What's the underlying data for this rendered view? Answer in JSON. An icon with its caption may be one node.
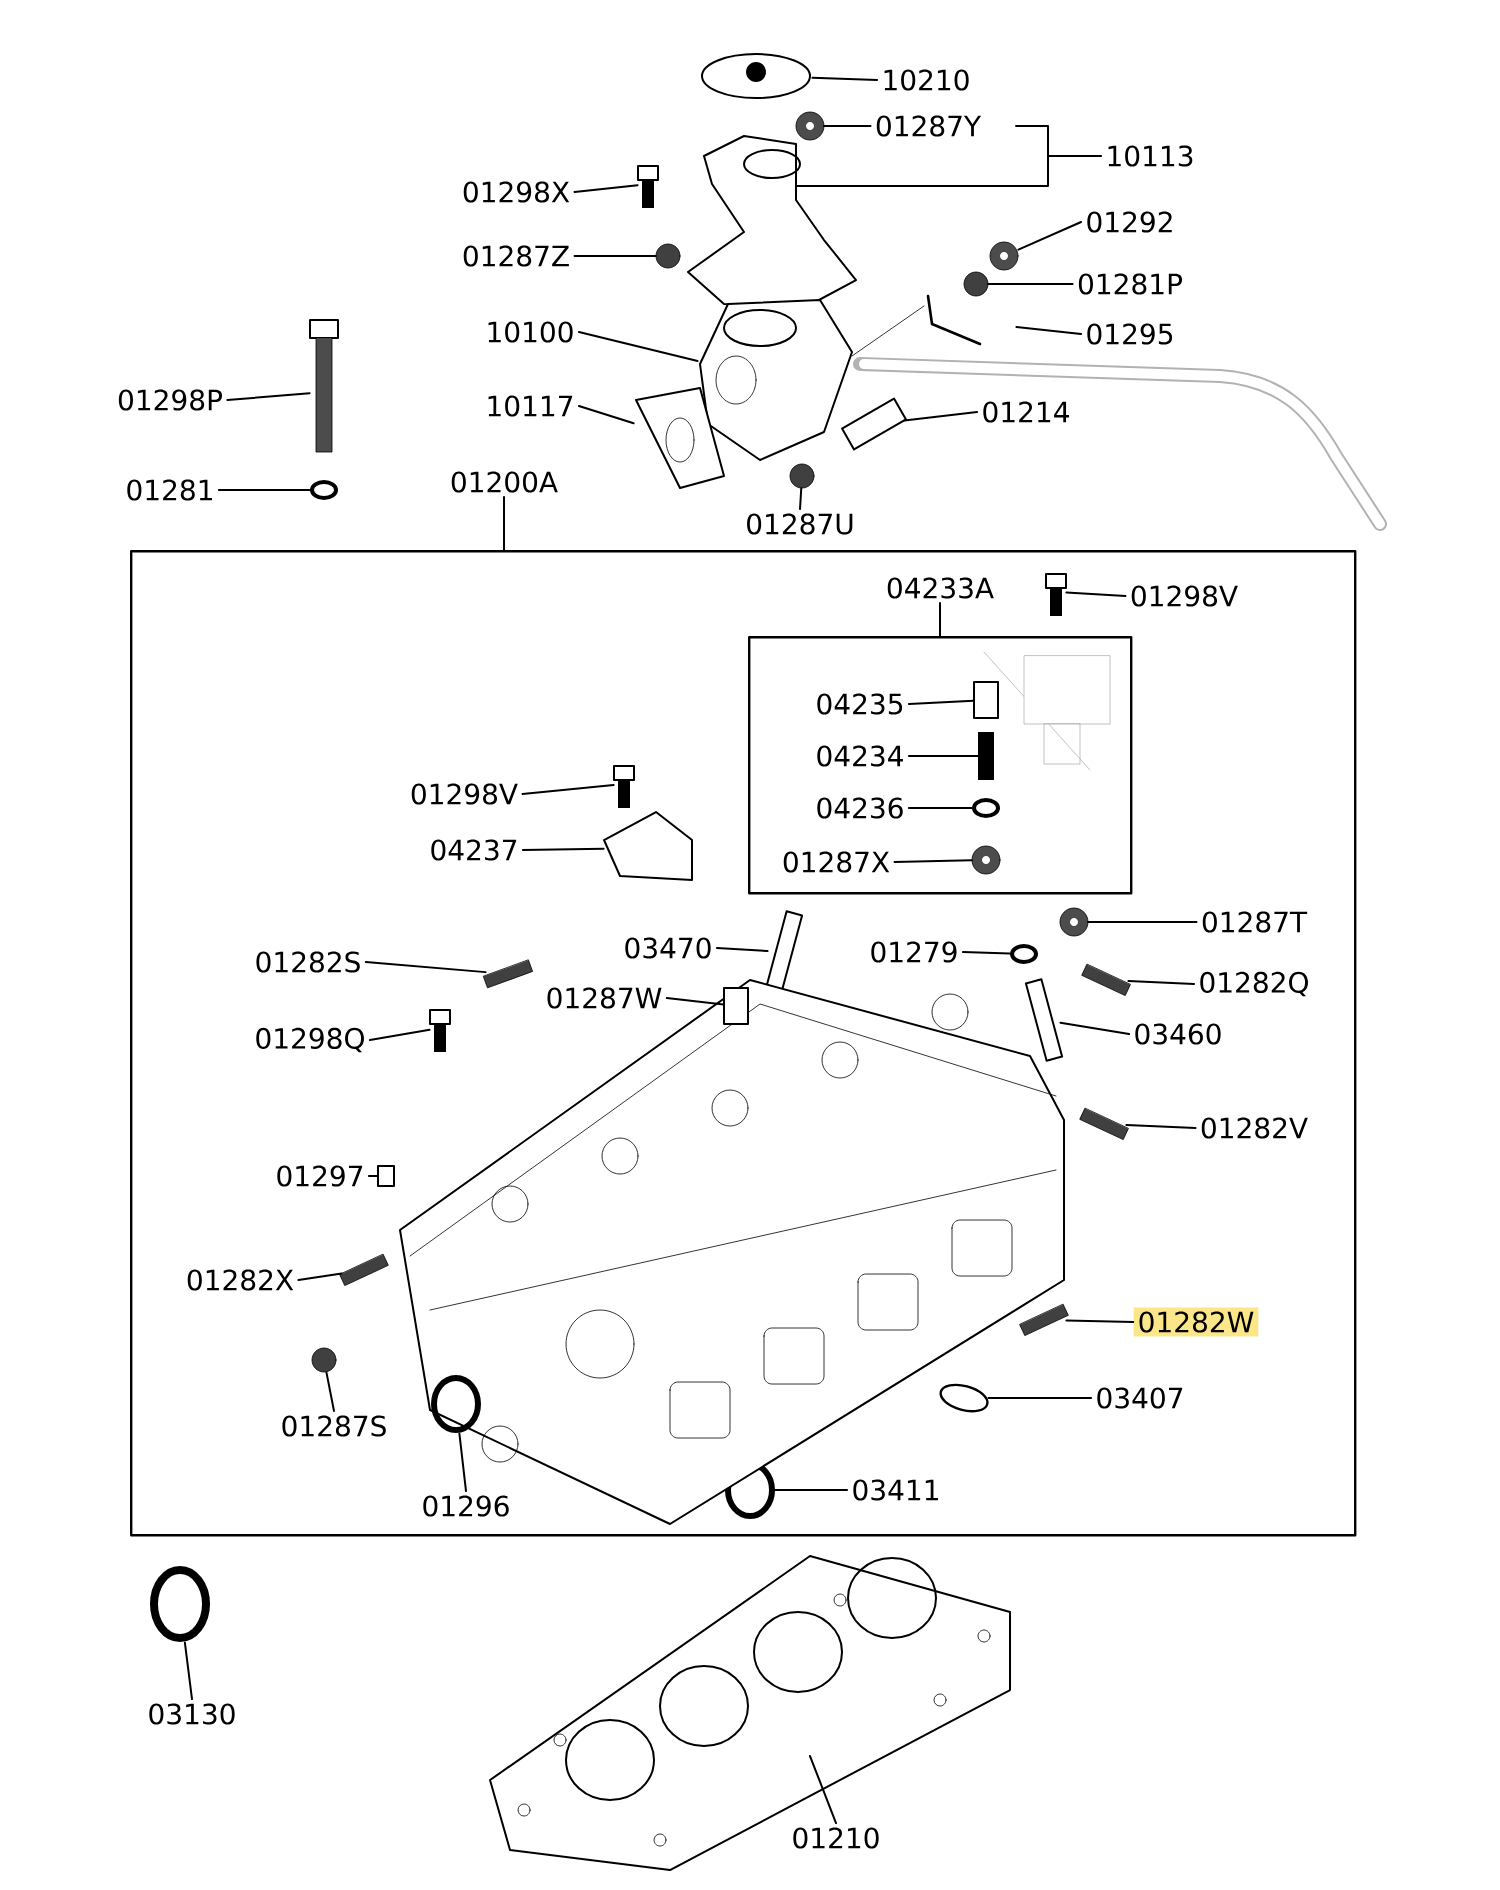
{
  "diagram": {
    "nodes": [
      {
        "text": [
          "10210"
        ]
      },
      {
        "text": [
          "01287Y"
        ]
      },
      {
        "text": [
          "10113"
        ]
      },
      {
        "text": [
          "01298X"
        ]
      },
      {
        "text": [
          "01287Z"
        ]
      },
      {
        "text": [
          "01292"
        ]
      },
      {
        "text": [
          "01281P"
        ]
      },
      {
        "text": [
          "10100"
        ]
      },
      {
        "text": [
          "01295"
        ]
      },
      {
        "text": [
          "10117"
        ]
      },
      {
        "text": [
          "01214"
        ]
      },
      {
        "text": [
          "01287U"
        ]
      },
      {
        "text": [
          "01298P"
        ]
      },
      {
        "text": [
          "01281"
        ]
      },
      {
        "text": [
          "01200A"
        ]
      },
      {
        "text": [],
        "shape": "box"
      },
      {
        "text": [
          "04233A"
        ],
        "in": 15
      },
      {
        "text": [
          "01298V"
        ],
        "in": 15
      },
      {
        "text": [],
        "shape": "box",
        "in": 15
      },
      {
        "text": [
          "04235"
        ],
        "in": 18
      },
      {
        "text": [
          "04234"
        ],
        "in": 18
      },
      {
        "text": [
          "04236"
        ],
        "in": 18
      },
      {
        "text": [
          "01287X"
        ],
        "in": 18
      },
      {
        "text": [
          "01298V"
        ],
        "in": 15
      },
      {
        "text": [
          "04237"
        ],
        "in": 15
      },
      {
        "text": [
          "01287T"
        ],
        "in": 15
      },
      {
        "text": [
          "01282S"
        ],
        "in": 15
      },
      {
        "text": [
          "03470"
        ],
        "in": 15
      },
      {
        "text": [
          "01279"
        ],
        "in": 15
      },
      {
        "text": [
          "01282Q"
        ],
        "in": 15
      },
      {
        "text": [
          "01287W"
        ],
        "in": 15
      },
      {
        "text": [
          "01298Q"
        ],
        "in": 15
      },
      {
        "text": [
          "03460"
        ],
        "in": 15
      },
      {
        "text": [
          "01282V"
        ],
        "in": 15
      },
      {
        "text": [
          "01297"
        ],
        "in": 15
      },
      {
        "text": [
          "01282X"
        ],
        "in": 15
      },
      {
        "text": [
          "01282W"
        ],
        "in": 15
      },
      {
        "text": [
          "01287S"
        ],
        "in": 15
      },
      {
        "text": [
          "03407"
        ],
        "in": 15
      },
      {
        "text": [
          "01296"
        ],
        "in": 15
      },
      {
        "text": [
          "03411"
        ],
        "in": 15
      },
      {
        "text": [
          "03130"
        ]
      },
      {
        "text": [
          "01210"
        ]
      },
      {
        "text": [],
        "shape": "picture"
      },
      {
        "text": [],
        "shape": "picture"
      },
      {
        "text": [],
        "shape": "picture"
      },
      {
        "text": [],
        "shape": "picture"
      },
      {
        "text": [],
        "shape": "circle"
      },
      {
        "text": [],
        "shape": "picture"
      },
      {
        "text": [],
        "shape": "circle"
      },
      {
        "text": [],
        "shape": "picture"
      },
      {
        "text": [],
        "shape": "picture"
      },
      {
        "text": [],
        "shape": "picture"
      },
      {
        "text": [],
        "shape": "picture"
      },
      {
        "text": [],
        "shape": "circle"
      },
      {
        "text": [],
        "shape": "picture"
      },
      {
        "text": [],
        "shape": "circle"
      },
      {
        "text": [],
        "shape": "picture",
        "in": 15
      },
      {
        "text": [],
        "shape": "box",
        "in": 18
      },
      {
        "text": [],
        "shape": "bar",
        "in": 18
      },
      {
        "text": [],
        "shape": "circle",
        "in": 18
      },
      {
        "text": [],
        "shape": "picture",
        "in": 18
      },
      {
        "text": [],
        "shape": "picture",
        "in": 15
      },
      {
        "text": [],
        "shape": "picture",
        "in": 15
      },
      {
        "text": [],
        "shape": "picture",
        "in": 15
      },
      {
        "text": [],
        "shape": "picture",
        "in": 15
      },
      {
        "text": [],
        "shape": "picture",
        "in": 15
      },
      {
        "text": [],
        "shape": "circle",
        "in": 15
      },
      {
        "text": [],
        "shape": "picture",
        "in": 15
      },
      {
        "text": [],
        "shape": "box",
        "in": 82
      },
      {
        "text": [],
        "shape": "picture",
        "in": 15
      },
      {
        "text": [],
        "shape": "picture",
        "in": 15
      },
      {
        "text": [],
        "shape": "picture",
        "in": 15
      },
      {
        "text": [],
        "shape": "box",
        "in": 15
      },
      {
        "text": [],
        "shape": "picture",
        "in": 15
      },
      {
        "text": [],
        "shape": "picture",
        "in": 15
      },
      {
        "text": [],
        "shape": "circle",
        "in": 15
      },
      {
        "text": [],
        "shape": "picture",
        "in": 15
      },
      {
        "text": [],
        "shape": "circle",
        "in": 82
      },
      {
        "text": [],
        "shape": "circle",
        "in": 15
      },
      {
        "text": [],
        "shape": "circle"
      },
      {
        "text": [],
        "shape": "picture"
      },
      {
        "text": [],
        "shape": "picture",
        "in": 15
      }
    ],
    "edges": [
      {
        "from": 0,
        "to": 43,
        "arrow": "none"
      },
      {
        "from": 1,
        "to": 44,
        "arrow": "none"
      },
      {
        "from": 2,
        "to": 45,
        "arrow": "none"
      },
      {
        "from": 3,
        "to": 46,
        "arrow": "none"
      },
      {
        "from": 4,
        "to": 47,
        "arrow": "none"
      },
      {
        "from": 5,
        "to": 48,
        "arrow": "none"
      },
      {
        "from": 6,
        "to": 49,
        "arrow": "none"
      },
      {
        "from": 7,
        "to": 50,
        "arrow": "none"
      },
      {
        "from": 8,
        "to": 51,
        "arrow": "none"
      },
      {
        "from": 9,
        "to": 52,
        "arrow": "none"
      },
      {
        "from": 10,
        "to": 53,
        "arrow": "none"
      },
      {
        "from": 11,
        "to": 54,
        "arrow": "none"
      },
      {
        "from": 12,
        "to": 55,
        "arrow": "none"
      },
      {
        "from": 13,
        "to": 56,
        "arrow": "none"
      },
      {
        "from": 14,
        "to": 15,
        "arrow": "none"
      },
      {
        "from": 16,
        "to": 18,
        "arrow": "none"
      },
      {
        "from": 17,
        "to": 57,
        "arrow": "none"
      },
      {
        "from": 19,
        "to": 58,
        "arrow": "none"
      },
      {
        "from": 20,
        "to": 59,
        "arrow": "none"
      },
      {
        "from": 21,
        "to": 60,
        "arrow": "none"
      },
      {
        "from": 22,
        "to": 61,
        "arrow": "none"
      },
      {
        "from": 23,
        "to": 62,
        "arrow": "none"
      },
      {
        "from": 24,
        "to": 63,
        "arrow": "none"
      },
      {
        "from": 25,
        "to": 64,
        "arrow": "none"
      },
      {
        "from": 26,
        "to": 65,
        "arrow": "none"
      },
      {
        "from": 27,
        "to": 66,
        "arrow": "none"
      },
      {
        "from": 28,
        "to": 67,
        "arrow": "none"
      },
      {
        "from": 29,
        "to": 68,
        "arrow": "none"
      },
      {
        "from": 30,
        "to": 69,
        "arrow": "none"
      },
      {
        "from": 31,
        "to": 70,
        "arrow": "none"
      },
      {
        "from": 32,
        "to": 71,
        "arrow": "none"
      },
      {
        "from": 33,
        "to": 72,
        "arrow": "none"
      },
      {
        "from": 34,
        "to": 73,
        "arrow": "none"
      },
      {
        "from": 35,
        "to": 74,
        "arrow": "none"
      },
      {
        "from": 36,
        "to": 75,
        "arrow": "none"
      },
      {
        "from": 37,
        "to": 76,
        "arrow": "none"
      },
      {
        "from": 38,
        "to": 77,
        "arrow": "none"
      },
      {
        "from": 39,
        "to": 78,
        "arrow": "none"
      },
      {
        "from": 40,
        "to": 79,
        "arrow": "none"
      },
      {
        "from": 41,
        "to": 80,
        "arrow": "none"
      },
      {
        "from": 42,
        "to": 81,
        "arrow": "none"
      }
    ]
  }
}
